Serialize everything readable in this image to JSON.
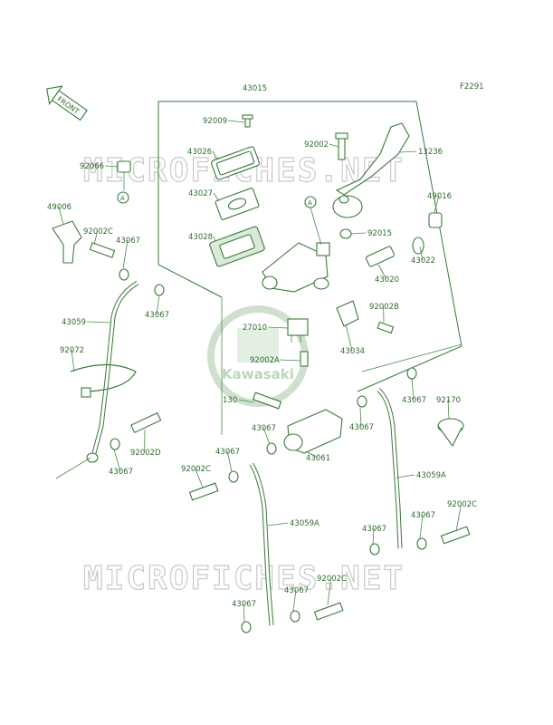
{
  "diagram": {
    "code": "F2291",
    "front_label": "FRONT",
    "logo_text": "Kawasaki",
    "watermark": "MICROFICHES.NET",
    "ref_marker": "A",
    "labels": [
      {
        "id": "43015",
        "text": "43015"
      },
      {
        "id": "92009",
        "text": "92009"
      },
      {
        "id": "43026",
        "text": "43026"
      },
      {
        "id": "92002",
        "text": "92002"
      },
      {
        "id": "13236",
        "text": "13236"
      },
      {
        "id": "92066",
        "text": "92066"
      },
      {
        "id": "43027",
        "text": "43027"
      },
      {
        "id": "49006",
        "text": "49006"
      },
      {
        "id": "43028",
        "text": "43028"
      },
      {
        "id": "49016",
        "text": "49016"
      },
      {
        "id": "92002c_a",
        "text": "92002C"
      },
      {
        "id": "43067_a",
        "text": "43067"
      },
      {
        "id": "92015",
        "text": "92015"
      },
      {
        "id": "43022",
        "text": "43022"
      },
      {
        "id": "43020",
        "text": "43020"
      },
      {
        "id": "43067_b",
        "text": "43067"
      },
      {
        "id": "92002b",
        "text": "92002B"
      },
      {
        "id": "43059",
        "text": "43059"
      },
      {
        "id": "27010",
        "text": "27010"
      },
      {
        "id": "43034",
        "text": "43034"
      },
      {
        "id": "92072",
        "text": "92072"
      },
      {
        "id": "92002a",
        "text": "92002A"
      },
      {
        "id": "43067_c",
        "text": "43067"
      },
      {
        "id": "130",
        "text": "130"
      },
      {
        "id": "92170",
        "text": "92170"
      },
      {
        "id": "43067_d",
        "text": "43067"
      },
      {
        "id": "43067_e",
        "text": "43067"
      },
      {
        "id": "92002d",
        "text": "92002D"
      },
      {
        "id": "43067_f",
        "text": "43067"
      },
      {
        "id": "43061",
        "text": "43061"
      },
      {
        "id": "43067_g",
        "text": "43067"
      },
      {
        "id": "92002c_b",
        "text": "92002C"
      },
      {
        "id": "43059a_a",
        "text": "43059A"
      },
      {
        "id": "92002c_c",
        "text": "92002C"
      },
      {
        "id": "43059a_b",
        "text": "43059A"
      },
      {
        "id": "43067_h",
        "text": "43067"
      },
      {
        "id": "43067_i",
        "text": "43067"
      },
      {
        "id": "92002c_d",
        "text": "92002C"
      },
      {
        "id": "43067_j",
        "text": "43067"
      },
      {
        "id": "43067_k",
        "text": "43067"
      }
    ]
  }
}
